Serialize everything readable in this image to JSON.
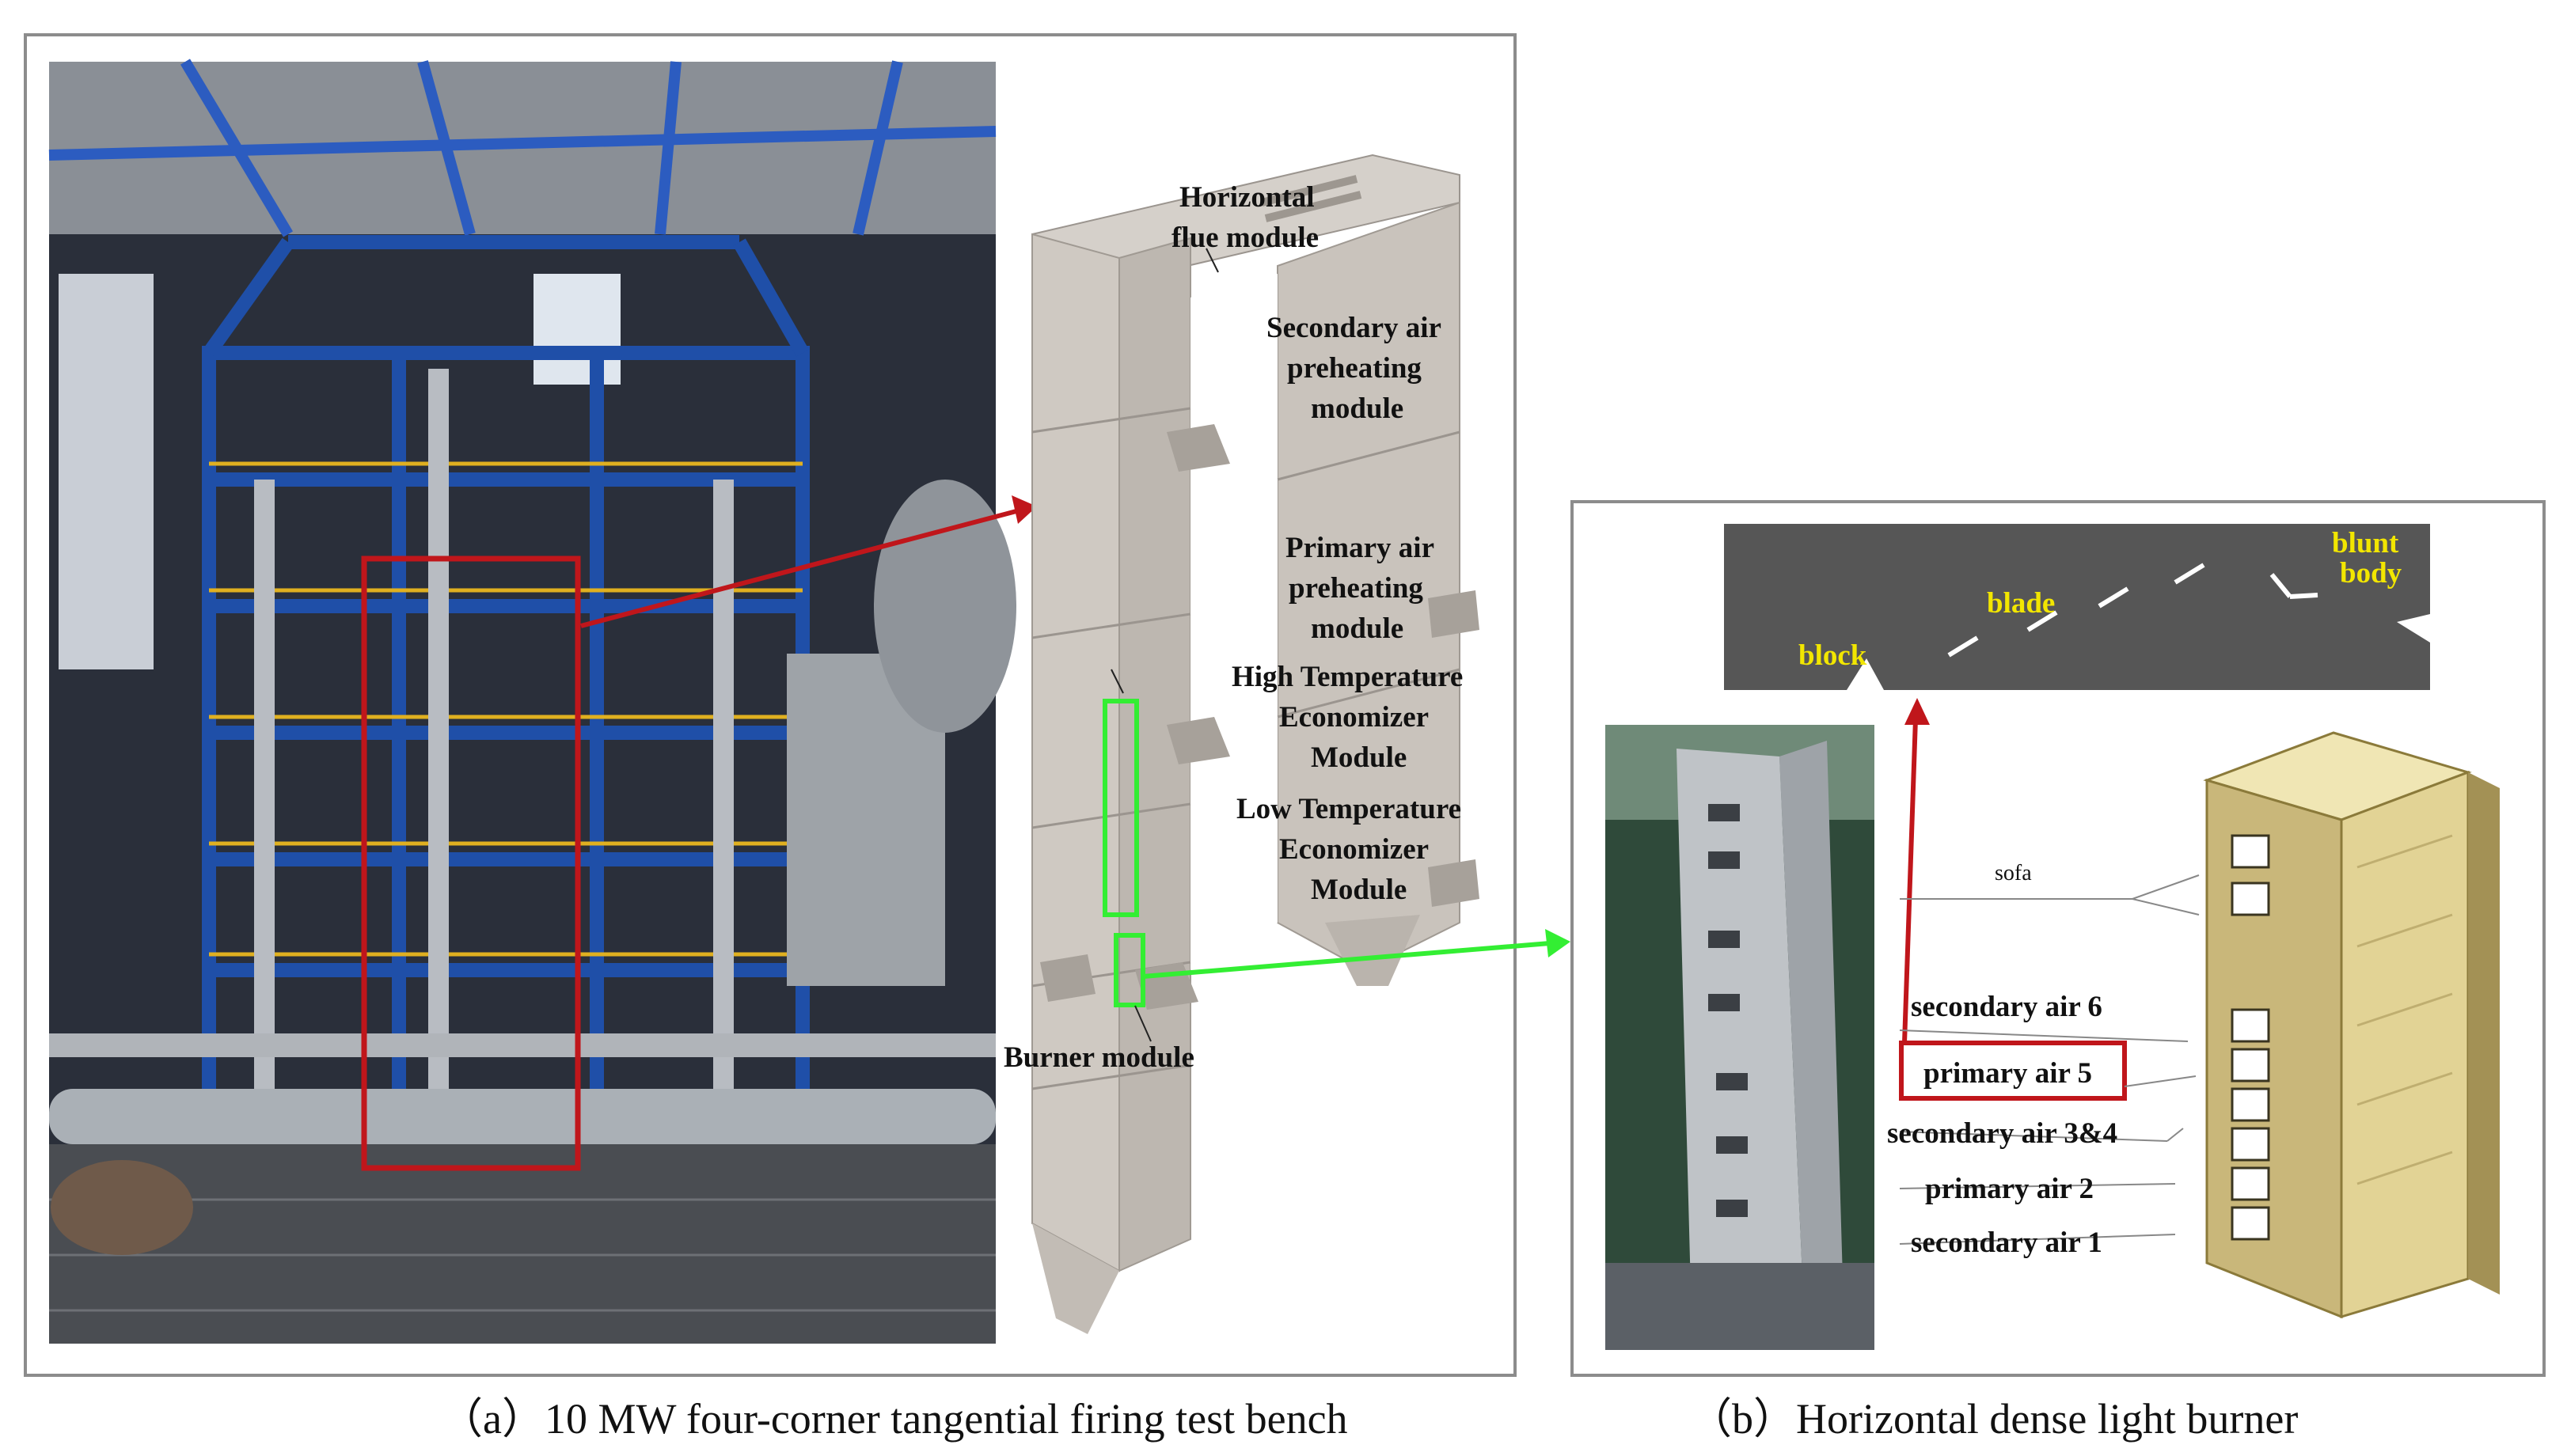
{
  "panel_a": {
    "caption": "（a）10 MW four-corner tangential firing test bench",
    "labels": {
      "horizontal_flue_1": "Horizontal",
      "horizontal_flue_2": "flue module",
      "secondary_preheat_1": "Secondary air",
      "secondary_preheat_2": "preheating",
      "secondary_preheat_3": "module",
      "primary_preheat_1": "Primary air",
      "primary_preheat_2": "preheating",
      "primary_preheat_3": "module",
      "high_econ_1": "High Temperature",
      "high_econ_2": "Economizer",
      "high_econ_3": "Module",
      "low_econ_1": "Low Temperature",
      "low_econ_2": "Economizer",
      "low_econ_3": "Module",
      "burner_module": "Burner module"
    }
  },
  "panel_b": {
    "caption": "（b）Horizontal dense light burner",
    "section_labels": {
      "blunt_1": "blunt",
      "blunt_2": "body",
      "blade": "blade",
      "block": "block"
    },
    "nozzle_labels": {
      "sofa": "sofa",
      "secondary_air_6": "secondary air 6",
      "primary_air_5": "primary air 5",
      "secondary_air_34": "secondary air 3&4",
      "primary_air_2": "primary air 2",
      "secondary_air_1": "secondary air 1"
    }
  },
  "colors": {
    "highlight_red": "#c0161b",
    "highlight_green": "#33ee33",
    "section_label_yellow": "#f2e600",
    "steel_blue": "#1f4fa8",
    "boiler_grey": "#cfc9c2",
    "burner_box": "#c9b77a"
  }
}
